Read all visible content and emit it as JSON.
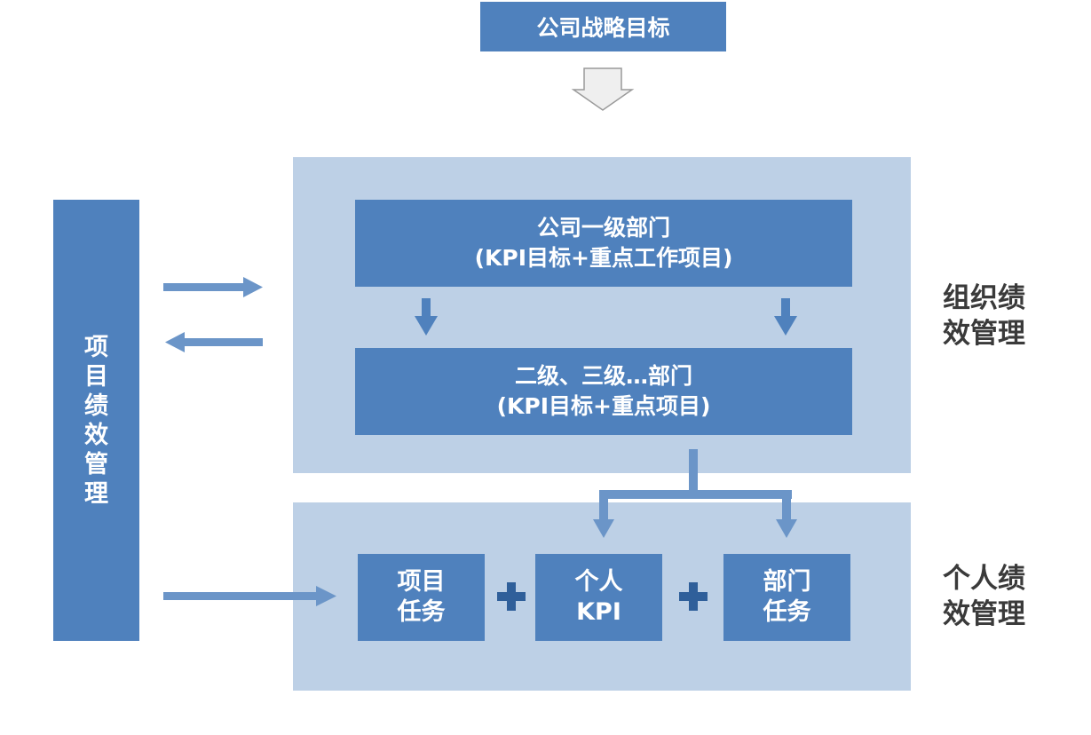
{
  "top_goal": "公司战略目标",
  "left_column": [
    "项",
    "目",
    "绩",
    "效",
    "管",
    "理"
  ],
  "org_section": {
    "level1": {
      "title": "公司一级部门",
      "subtitle": "(KPI目标+重点工作项目)"
    },
    "level2": {
      "title": "二级、三级…部门",
      "subtitle": "(KPI目标+重点项目)"
    },
    "label": [
      "组织绩",
      "效管理"
    ]
  },
  "personal_section": {
    "items": [
      {
        "line1": "项目",
        "line2": "任务"
      },
      {
        "line1": "个人",
        "line2": "KPI"
      },
      {
        "line1": "部门",
        "line2": "任务"
      }
    ],
    "label": [
      "个人绩",
      "效管理"
    ]
  },
  "colors": {
    "box": "#4f81bd",
    "panel": "#bdd0e6",
    "arrow": "#6b95c8",
    "plus": "#2f5f9a",
    "label_text": "#3a3a3a"
  }
}
